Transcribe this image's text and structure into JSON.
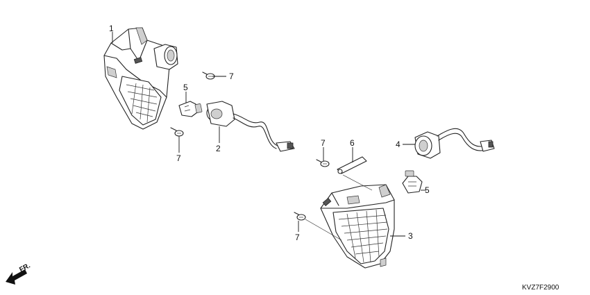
{
  "diagram": {
    "labels": [
      {
        "id": "label-1-lamp-left",
        "text": "1"
      },
      {
        "id": "label-7-screw-top",
        "text": "7"
      },
      {
        "id": "label-5-bulb-left",
        "text": "5"
      },
      {
        "id": "label-2-socket",
        "text": "2"
      },
      {
        "id": "label-7-screw-left",
        "text": "7"
      },
      {
        "id": "label-7-screw-mid",
        "text": "7"
      },
      {
        "id": "label-6-stay",
        "text": "6"
      },
      {
        "id": "label-4-socket",
        "text": "4"
      },
      {
        "id": "label-5-bulb-right",
        "text": "5"
      },
      {
        "id": "label-7-screw-low",
        "text": "7"
      },
      {
        "id": "label-3-lamp-right",
        "text": "3"
      }
    ],
    "direction_marker": "FR.",
    "drawing_code": "KVZ7F2900"
  }
}
